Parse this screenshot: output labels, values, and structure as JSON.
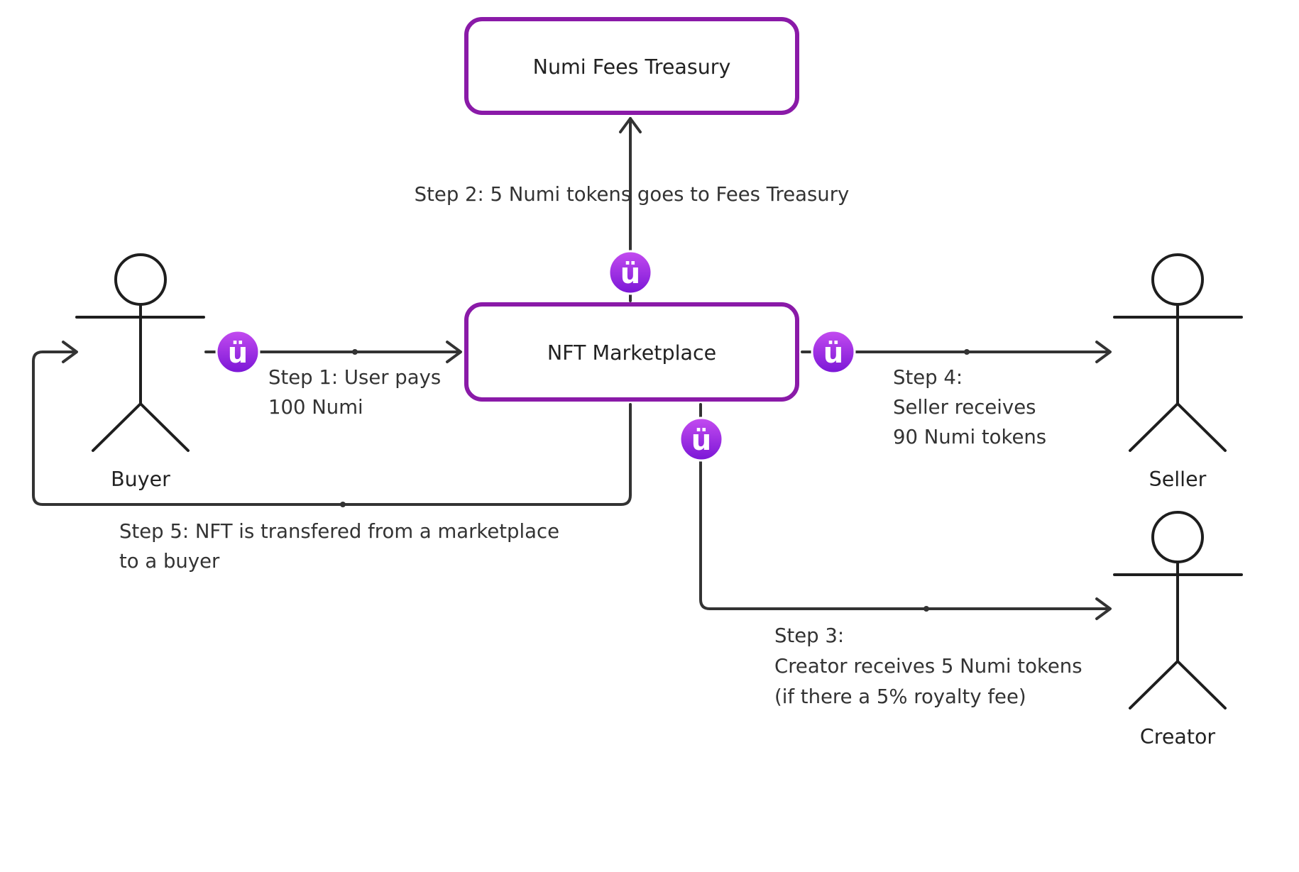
{
  "boxes": {
    "treasury": "Numi Fees Treasury",
    "marketplace": "NFT Marketplace"
  },
  "actors": {
    "buyer": "Buyer",
    "seller": "Seller",
    "creator": "Creator"
  },
  "steps": {
    "step1": [
      "Step 1: User pays",
      "100 Numi"
    ],
    "step2": [
      "Step 2: 5 Numi tokens goes to Fees Treasury"
    ],
    "step3": [
      "Step 3:",
      "Creator receives 5 Numi tokens",
      "(if there a 5% royalty fee)"
    ],
    "step4": [
      "Step 4:",
      "Seller receives",
      "90 Numi tokens"
    ],
    "step5": [
      "Step 5: NFT is transfered from a marketplace",
      "to a buyer"
    ]
  },
  "coin_glyph": "ü",
  "colors": {
    "box_border": "#8a1aa8",
    "coin_top": "#c44cf0",
    "coin_bottom": "#7a16d6",
    "line": "#333333",
    "actor": "#1e1e1e"
  }
}
